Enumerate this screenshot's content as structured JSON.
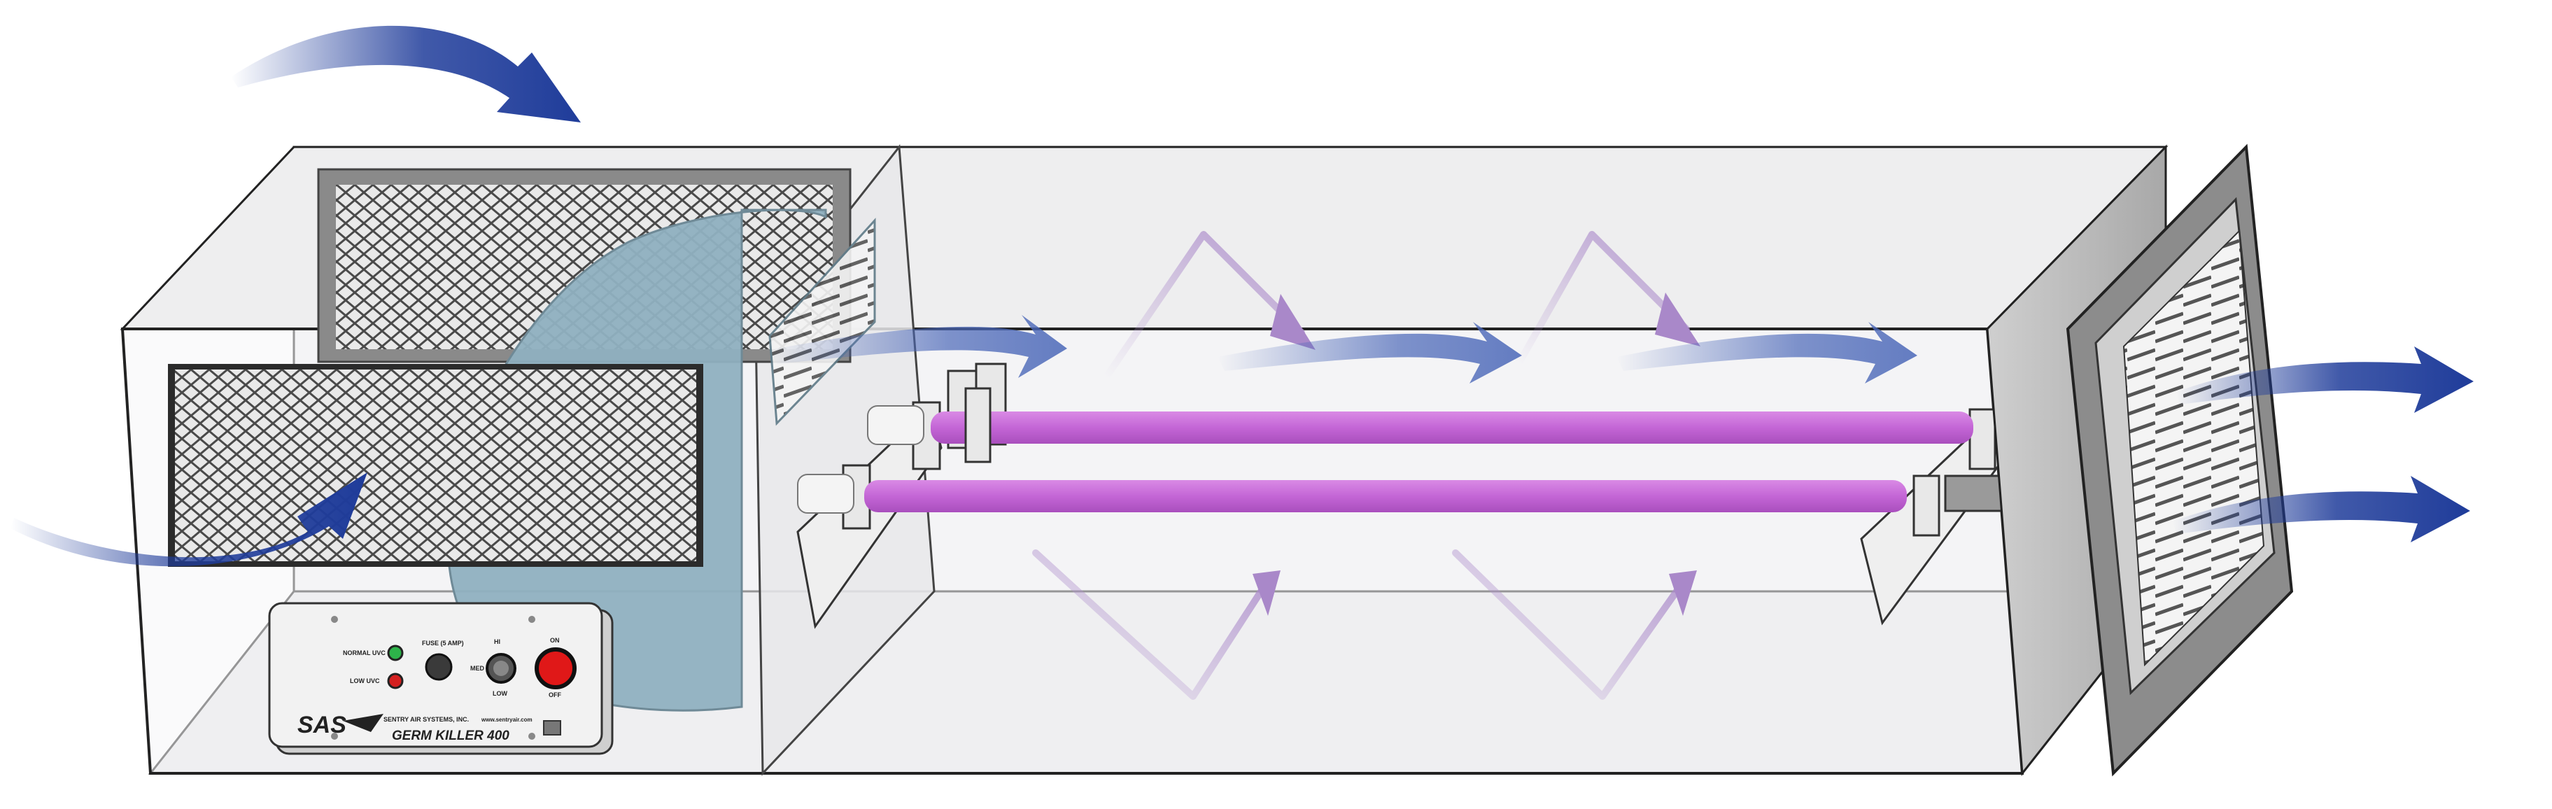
{
  "device": {
    "brand_logo": "SAS",
    "company": "SENTRY AIR SYSTEMS, INC.",
    "website": "www.sentryair.com",
    "model": "GERM KILLER 400"
  },
  "control_panel": {
    "normal_uvc_label": "NORMAL UVC",
    "low_uvc_label": "LOW UVC",
    "fuse_label": "FUSE (5 AMP)",
    "speed_hi_label": "HI",
    "speed_med_label": "MED",
    "speed_low_label": "LOW",
    "power_on_label": "ON",
    "power_off_label": "OFF"
  },
  "colors": {
    "airflow_arrow": "#1f3c9a",
    "uv_lamp": "#c466d6",
    "uv_reflection_arrow": "#b79bd1",
    "filter_frame": "#7a7a7a",
    "housing_outline": "#1a1a1a",
    "normal_uvc_led": "#2db34a",
    "low_uvc_led": "#d42020",
    "power_switch": "#e01818"
  },
  "icons": {
    "airflow": "curved-arrow-icon",
    "uv_bounce": "zigzag-arrow-icon"
  }
}
